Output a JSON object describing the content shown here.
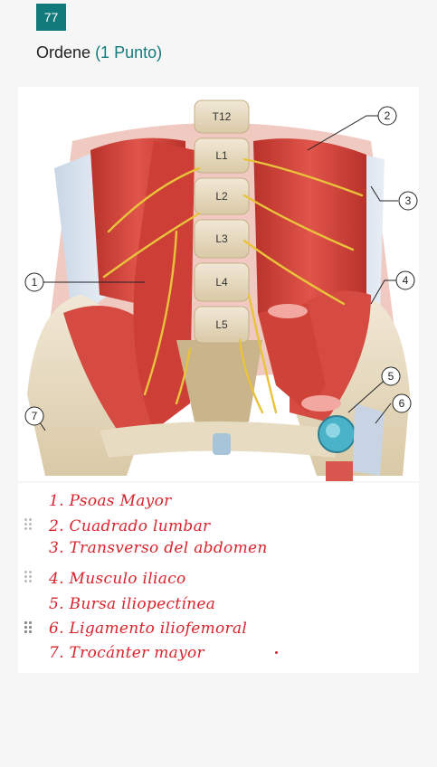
{
  "question": {
    "number": "77",
    "title": "Ordene",
    "points": "(1 Punto)"
  },
  "figure": {
    "vertebrae": [
      "T12",
      "L1",
      "L2",
      "L3",
      "L4",
      "L5"
    ],
    "callouts": [
      "1",
      "2",
      "3",
      "4",
      "5",
      "6",
      "7"
    ]
  },
  "answers": [
    "1. Psoas Mayor",
    "2. Cuadrado lumbar",
    "3. Transverso del abdomen",
    "4. Musculo iliaco",
    "5. Bursa iliopectínea",
    "6. Ligamento iliofemoral",
    "7. Trocánter mayor"
  ],
  "colors": {
    "accent": "#127a7b",
    "ink": "#d8242c"
  }
}
